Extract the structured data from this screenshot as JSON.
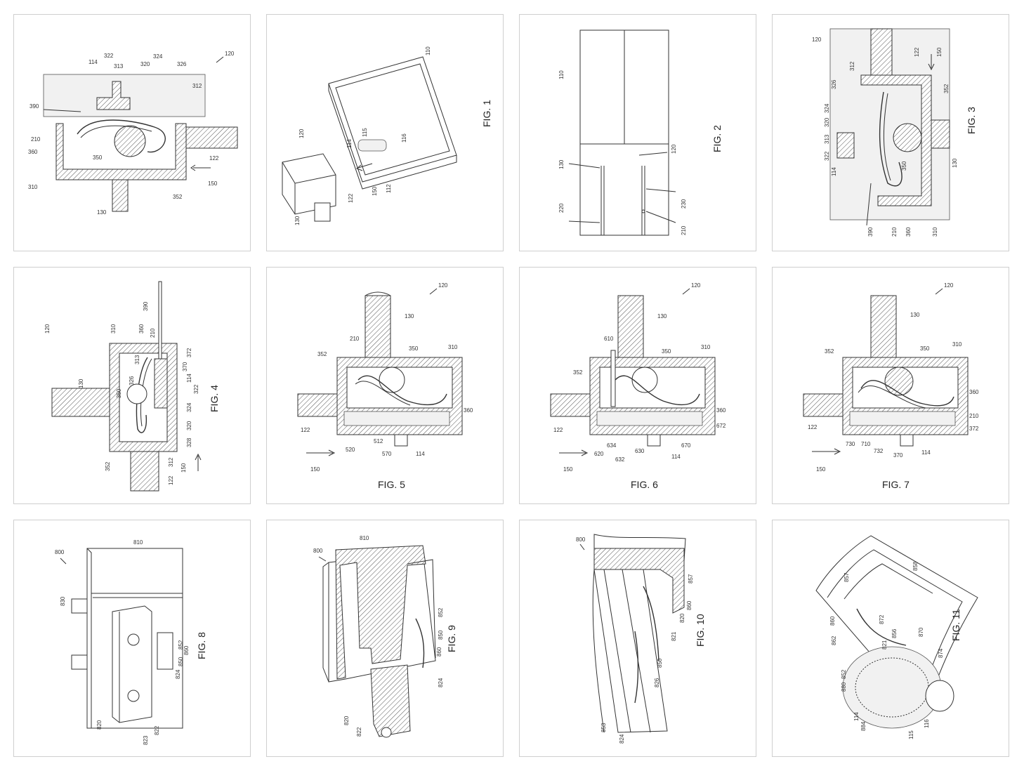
{
  "figures": [
    {
      "id": "fig-120-top",
      "caption": "",
      "ref": "120",
      "labels": [
        "114",
        "322",
        "313",
        "320",
        "324",
        "326",
        "312",
        "390",
        "210",
        "360",
        "350",
        "122",
        "150",
        "310",
        "130",
        "352"
      ]
    },
    {
      "id": "fig1",
      "caption": "FIG. 1",
      "labels": [
        "110",
        "114",
        "115",
        "116",
        "120",
        "122",
        "150",
        "112",
        "130"
      ]
    },
    {
      "id": "fig2",
      "caption": "FIG. 2",
      "labels": [
        "110",
        "120",
        "130",
        "220",
        "230",
        "210"
      ]
    },
    {
      "id": "fig3",
      "caption": "FIG. 3",
      "ref": "120",
      "labels": [
        "122",
        "150",
        "312",
        "326",
        "324",
        "320",
        "313",
        "322",
        "114",
        "352",
        "350",
        "130",
        "390",
        "210",
        "360",
        "310"
      ]
    },
    {
      "id": "fig4",
      "caption": "FIG. 4",
      "ref": "120",
      "labels": [
        "390",
        "310",
        "360",
        "210",
        "372",
        "370",
        "313",
        "114",
        "326",
        "322",
        "350",
        "130",
        "324",
        "320",
        "328",
        "312",
        "352",
        "122",
        "150"
      ]
    },
    {
      "id": "fig5",
      "caption": "FIG. 5",
      "ref": "120",
      "labels": [
        "130",
        "210",
        "350",
        "310",
        "352",
        "360",
        "122",
        "520",
        "512",
        "570",
        "114",
        "150"
      ]
    },
    {
      "id": "fig6",
      "caption": "FIG. 6",
      "ref": "120",
      "labels": [
        "130",
        "610",
        "350",
        "310",
        "352",
        "360",
        "672",
        "122",
        "620",
        "634",
        "630",
        "670",
        "632",
        "114",
        "150"
      ]
    },
    {
      "id": "fig7",
      "caption": "FIG. 7",
      "ref": "120",
      "labels": [
        "130",
        "350",
        "310",
        "352",
        "360",
        "210",
        "372",
        "122",
        "730",
        "710",
        "732",
        "370",
        "114",
        "150"
      ]
    },
    {
      "id": "fig8",
      "caption": "FIG. 8",
      "ref": "800",
      "labels": [
        "810",
        "830",
        "852",
        "860",
        "850",
        "824",
        "820",
        "823",
        "822"
      ]
    },
    {
      "id": "fig9",
      "caption": "FIG. 9",
      "ref": "800",
      "labels": [
        "810",
        "852",
        "850",
        "860",
        "824",
        "820",
        "822"
      ]
    },
    {
      "id": "fig10",
      "caption": "FIG. 10",
      "ref": "800",
      "labels": [
        "857",
        "860",
        "820",
        "821",
        "850",
        "826",
        "853",
        "824"
      ]
    },
    {
      "id": "fig11",
      "caption": "FIG. 11",
      "labels": [
        "857",
        "858",
        "860",
        "872",
        "870",
        "874",
        "856",
        "821",
        "862",
        "852",
        "880",
        "114",
        "884",
        "115",
        "116"
      ]
    }
  ]
}
